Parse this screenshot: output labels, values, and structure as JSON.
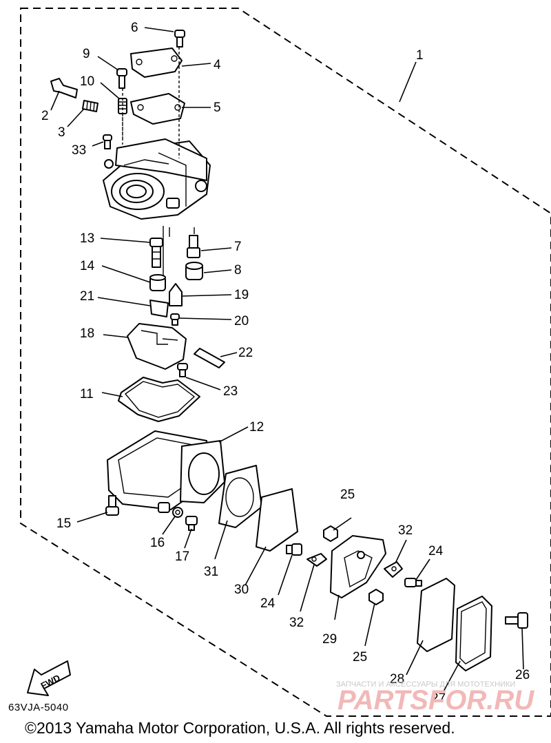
{
  "callouts": [
    {
      "id": "label-1",
      "text": "1"
    },
    {
      "id": "label-2",
      "text": "2"
    },
    {
      "id": "label-3",
      "text": "3"
    },
    {
      "id": "label-4",
      "text": "4"
    },
    {
      "id": "label-5",
      "text": "5"
    },
    {
      "id": "label-6",
      "text": "6"
    },
    {
      "id": "label-7",
      "text": "7"
    },
    {
      "id": "label-8",
      "text": "8"
    },
    {
      "id": "label-9",
      "text": "9"
    },
    {
      "id": "label-10",
      "text": "10"
    },
    {
      "id": "label-11",
      "text": "11"
    },
    {
      "id": "label-12",
      "text": "12"
    },
    {
      "id": "label-13",
      "text": "13"
    },
    {
      "id": "label-14",
      "text": "14"
    },
    {
      "id": "label-15",
      "text": "15"
    },
    {
      "id": "label-16",
      "text": "16"
    },
    {
      "id": "label-17",
      "text": "17"
    },
    {
      "id": "label-18",
      "text": "18"
    },
    {
      "id": "label-19",
      "text": "19"
    },
    {
      "id": "label-20",
      "text": "20"
    },
    {
      "id": "label-21",
      "text": "21"
    },
    {
      "id": "label-22",
      "text": "22"
    },
    {
      "id": "label-23",
      "text": "23"
    },
    {
      "id": "label-24a",
      "text": "24"
    },
    {
      "id": "label-24b",
      "text": "24"
    },
    {
      "id": "label-25a",
      "text": "25"
    },
    {
      "id": "label-25b",
      "text": "25"
    },
    {
      "id": "label-26",
      "text": "26"
    },
    {
      "id": "label-27",
      "text": "27"
    },
    {
      "id": "label-28",
      "text": "28"
    },
    {
      "id": "label-29",
      "text": "29"
    },
    {
      "id": "label-30",
      "text": "30"
    },
    {
      "id": "label-31",
      "text": "31"
    },
    {
      "id": "label-32a",
      "text": "32"
    },
    {
      "id": "label-32b",
      "text": "32"
    },
    {
      "id": "label-33",
      "text": "33"
    }
  ],
  "fwd_arrow": "FWD",
  "diagram_code": "63VJA-5040",
  "copyright": "©2013 Yamaha Motor Corporation, U.S.A. All rights reserved.",
  "watermark": {
    "tagline": "ЗАПЧАСТИ И АКСЕССУАРЫ ДЛЯ МОТОТЕХНИКИ",
    "brand": "PARTSFOR.RU"
  }
}
